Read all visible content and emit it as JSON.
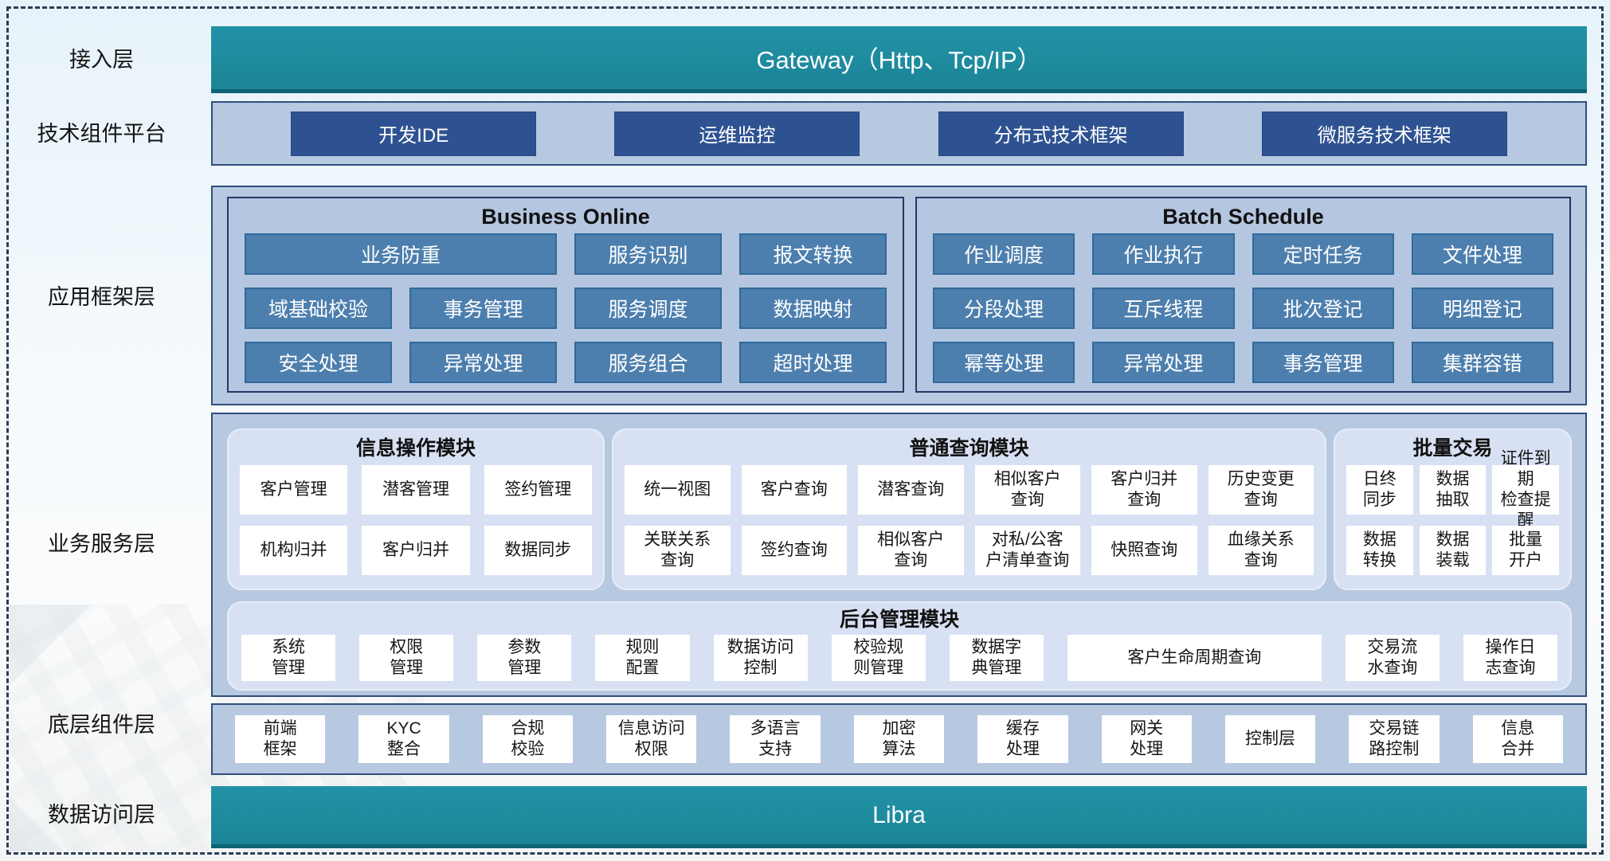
{
  "colors": {
    "teal": "#1e8a9e",
    "teal_edge": "#0e6374",
    "band_fill": "#b7c8e1",
    "band_border": "#2f4e7d",
    "navy_button": "#2e5291",
    "panel_border": "#203a66",
    "steel_box": "#4d7fae",
    "steel_border": "#2f6a9c",
    "card_fill": "#d8e1f3",
    "white_box": "#ffffff",
    "dashed_border": "#2c3e54"
  },
  "layers": {
    "access": {
      "label": "接入层",
      "gateway_label": "Gateway（Http、Tcp/IP）"
    },
    "tech_platform": {
      "label": "技术组件平台",
      "items": [
        "开发IDE",
        "运维监控",
        "分布式技术框架",
        "微服务技术框架"
      ]
    },
    "app_framework": {
      "label": "应用框架层",
      "panels": [
        {
          "title": "Business Online",
          "items": [
            {
              "label": "业务防重",
              "span": 2
            },
            "服务识别",
            "报文转换",
            "域基础校验",
            "事务管理",
            "服务调度",
            "数据映射",
            "安全处理",
            "异常处理",
            "服务组合",
            "超时处理"
          ]
        },
        {
          "title": "Batch Schedule",
          "items": [
            "作业调度",
            "作业执行",
            "定时任务",
            "文件处理",
            "分段处理",
            "互斥线程",
            "批次登记",
            "明细登记",
            "幂等处理",
            "异常处理",
            "事务管理",
            "集群容错"
          ]
        }
      ]
    },
    "business_service": {
      "label": "业务服务层",
      "modules": [
        {
          "title": "信息操作模块",
          "items": [
            "客户管理",
            "潜客管理",
            "签约管理",
            "机构归并",
            "客户归并",
            "数据同步"
          ]
        },
        {
          "title": "普通查询模块",
          "items": [
            "统一视图",
            "客户查询",
            "潜客查询",
            "相似客户\n查询",
            "客户归并\n查询",
            "历史变更\n查询",
            "关联关系\n查询",
            "签约查询",
            "相似客户\n查询",
            "对私/公客\n户清单查询",
            "快照查询",
            "血缘关系\n查询"
          ]
        },
        {
          "title": "批量交易",
          "items": [
            "日终\n同步",
            "数据\n抽取",
            "证件到期\n检查提醒",
            "数据\n转换",
            "数据\n装载",
            "批量\n开户"
          ]
        }
      ],
      "admin": {
        "title": "后台管理模块",
        "items": [
          "系统\n管理",
          "权限\n管理",
          "参数\n管理",
          "规则\n配置",
          "数据访问\n控制",
          "校验规\n则管理",
          "数据字\n典管理",
          {
            "label": "客户生命周期查询",
            "grow": 2.7
          },
          "交易流\n水查询",
          "操作日\n志查询"
        ]
      }
    },
    "base_components": {
      "label": "底层组件层",
      "items": [
        "前端\n框架",
        "KYC\n整合",
        "合规\n校验",
        "信息访问\n权限",
        "多语言\n支持",
        "加密\n算法",
        "缓存\n处理",
        "网关\n处理",
        "控制层",
        "交易链\n路控制",
        "信息\n合并"
      ]
    },
    "data_access": {
      "label": "数据访问层",
      "bar_label": "Libra"
    }
  }
}
